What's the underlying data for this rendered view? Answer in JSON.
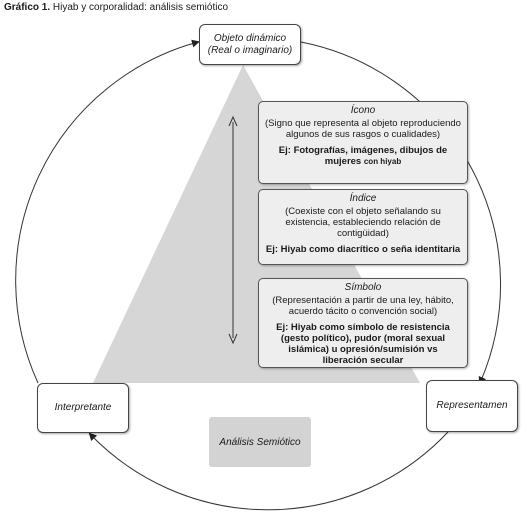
{
  "caption": {
    "label": "Gráfico 1.",
    "text": "Hiyab y corporalidad: análisis semiótico"
  },
  "nodes": {
    "object": {
      "line1": "Objeto dinámico",
      "line2": "(Real o imaginario)"
    },
    "interpretant": "Interpretante",
    "representamen": "Representamen"
  },
  "signs": [
    {
      "title": "Ícono",
      "desc": "(Signo que representa al objeto reproduciendo algunos de sus rasgos o cualidades)",
      "example": "Ej: Fotografías, imágenes, dibujos de mujeres",
      "example_tail": "con hiyab"
    },
    {
      "title": "Índice",
      "desc": "(Coexiste con el objeto señalando su existencia, estableciendo relación de contigüidad)",
      "example": "Ej: Hiyab como diacrítico o seña identitaria"
    },
    {
      "title": "Símbolo",
      "desc": "(Representación a partir de una ley, hábito, acuerdo tácito o convención social)",
      "example": "Ej: Hiyab como símbolo de resistencia (gesto político), pudor (moral sexual islámica) u opresión/sumisión vs liberación secular"
    }
  ],
  "analysis_label": "Análisis Semiótico",
  "colors": {
    "triangle": "#d6d6d6",
    "box_fill": "#eeeeee",
    "analysis_fill": "#d3d3d3",
    "line": "#333333"
  }
}
